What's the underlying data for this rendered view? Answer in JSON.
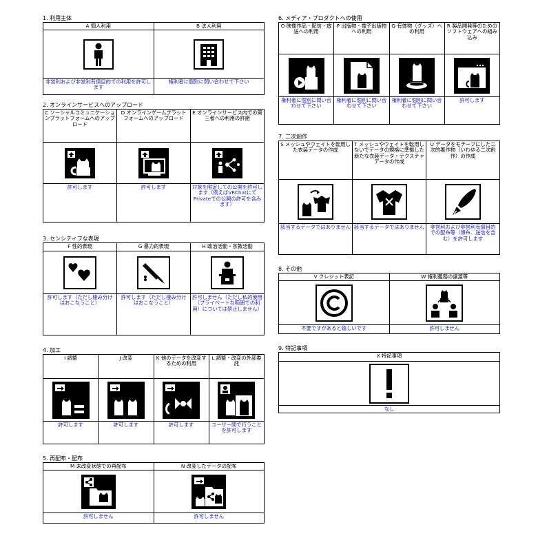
{
  "sections": [
    {
      "id": "s1",
      "title": "1. 利用主体",
      "cols": [
        {
          "header": "A 個人利用",
          "icon": "person-icon",
          "answer": "非営利および非営利有償目的での利用を許可します"
        },
        {
          "header": "B 法人利用",
          "icon": "building-icon",
          "answer": "権利者に個別に問い合わせて下さい"
        }
      ]
    },
    {
      "id": "s2",
      "title": "2. オンラインサービスへのアップロード",
      "cols": [
        {
          "header": "C ソーシャルコミュニケーションプラットフォームへのアップロード",
          "icon": "upload-cat-icon",
          "answer": "許可します"
        },
        {
          "header": "D オンラインゲームプラットフォームへのアップロード",
          "icon": "upload-screen-cat-icon",
          "answer": "許可します"
        },
        {
          "header": "E オンラインサービス内での第三者への利用の許諾",
          "icon": "share-people-icon",
          "answer": "対象を限定しての公開を許可します（例えばVRChatにてPrivateでの公開の許可を含みます）"
        }
      ]
    },
    {
      "id": "s3",
      "title": "3. センシティブな表現",
      "cols": [
        {
          "header": "F 性的表現",
          "icon": "hearts-icon",
          "answer": "許可します（ただし棲み分けはおこなうこと）"
        },
        {
          "header": "G 暴力的表現",
          "icon": "knife-icon",
          "answer": "許可します（ただし棲み分けはおこなうこと）"
        },
        {
          "header": "H 政治活動・宗教活動",
          "icon": "podium-speaker-icon",
          "answer": "許可しません（ただし私的使用（プライベートな範囲での利用）については禁止しません）"
        }
      ]
    },
    {
      "id": "s4",
      "title": "4. 加工",
      "cols": [
        {
          "header": "I 調整",
          "icon": "cat-equal-icon",
          "answer": "許可します"
        },
        {
          "header": "J 改変",
          "icon": "cat-cat-icon",
          "answer": "許可します"
        },
        {
          "header": "K 他のデータを改変するための利用",
          "icon": "cat-ribbon-icon",
          "answer": "許可します"
        },
        {
          "header": "L 調整・改変の外部委託",
          "icon": "outsource-cats-icon",
          "answer": "ユーザー間で行うことを許可します"
        }
      ]
    },
    {
      "id": "s5",
      "title": "5. 再配布・配布",
      "cols": [
        {
          "header": "M 未改変状態での再配布",
          "icon": "share-folder-cat-icon",
          "answer": "許可しません"
        },
        {
          "header": "N 改変したデータの配布",
          "icon": "share-folder-cats-icon",
          "answer": "許可しません"
        }
      ]
    },
    {
      "id": "s6",
      "title": "6. メディア・プロダクトへの使用",
      "cols": [
        {
          "header": "O 映像作品・配信・放送への利用",
          "icon": "video-cat-icon",
          "answer": "権利者に個別に問い合わせて下さい"
        },
        {
          "header": "P 出版物・電子出版物への利用",
          "icon": "document-cat-icon",
          "answer": "権利者に個別に問い合わせて下さい"
        },
        {
          "header": "Q 有体物（グッズ）への利用",
          "icon": "goods-cat-icon",
          "answer": "権利者に個別に問い合わせて下さい"
        },
        {
          "header": "R 製品開発等のためのソフトウェアへの組み込み",
          "icon": "window-cat-icon",
          "answer": "許可します"
        }
      ]
    },
    {
      "id": "s7",
      "title": "7. 二次創作",
      "cols": [
        {
          "header": "S メッシュやウェイトを転用した衣装データの作成",
          "icon": "cat-shirt-icon",
          "answer": "該当するデータではありません"
        },
        {
          "header": "T メッシュやウェイトを転用しないでデータの規格に準拠した新たな衣装データ・テクスチャデータの作成",
          "icon": "shirt-icon",
          "answer": "該当するデータではありません"
        },
        {
          "header": "U データをモチーフにした二次的著作物（いわゆる二次創作）の作成",
          "icon": "pen-icon",
          "answer": "非営利および非営利有償目的での配布等（頒布、送信を含む）を許可します"
        }
      ]
    },
    {
      "id": "s8",
      "title": "8. その他",
      "cols": [
        {
          "header": "V クレジット表記",
          "icon": "copyright-icon",
          "answer": "不要ですがあると嬉しいです"
        },
        {
          "header": "W 権利義務の譲渡等",
          "icon": "transfer-people-icon",
          "answer": "許可しません"
        }
      ]
    },
    {
      "id": "s9",
      "title": "9. 特記事項",
      "cols": [
        {
          "header": "X 特記事項",
          "icon": "exclamation-icon",
          "answer": "なし"
        }
      ]
    }
  ]
}
